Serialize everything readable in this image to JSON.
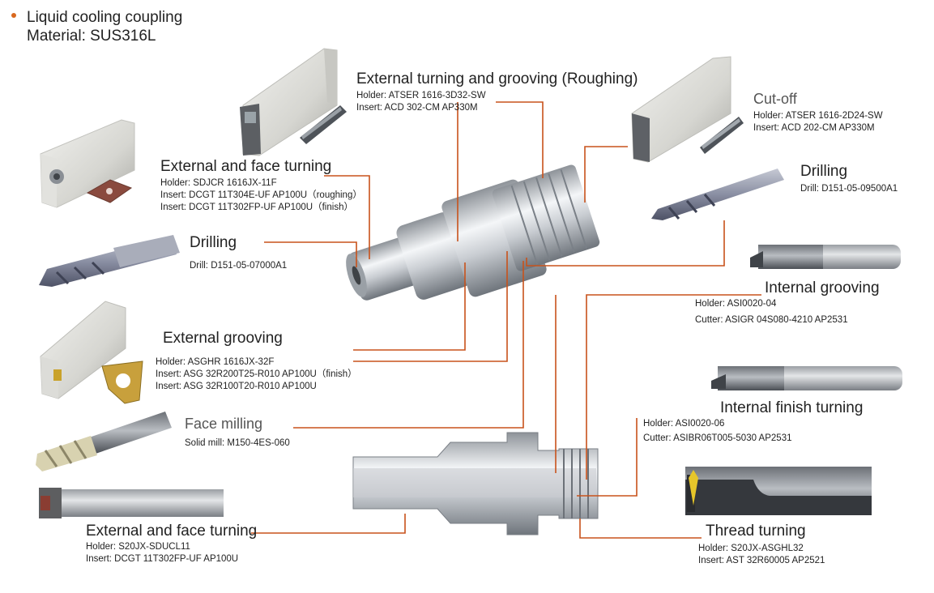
{
  "header": {
    "title": "Liquid cooling coupling",
    "material": "Material:  SUS316L"
  },
  "colors": {
    "leader": "#c8521b",
    "bullet": "#d9681e"
  },
  "ops": {
    "ext_rough": {
      "title": "External turning and grooving (Roughing)",
      "lines": [
        "Holder: ATSER 1616-3D32-SW",
        "Insert: ACD 302-CM AP330M"
      ]
    },
    "cutoff": {
      "title": "Cut-off",
      "lines": [
        "Holder: ATSER 1616-2D24-SW",
        "Insert: ACD 202-CM AP330M"
      ]
    },
    "ext_face1": {
      "title": "External and face turning",
      "lines": [
        "Holder: SDJCR 1616JX-11F",
        "Insert: DCGT 11T304E-UF AP100U（roughing）",
        "Insert: DCGT 11T302FP-UF AP100U（finish）"
      ]
    },
    "drill_left": {
      "title": "Drilling",
      "lines": [
        "Drill: D151-05-07000A1"
      ]
    },
    "drill_right": {
      "title": "Drilling",
      "lines": [
        "Drill: D151-05-09500A1"
      ]
    },
    "int_groove": {
      "title": "Internal grooving",
      "lines": [
        "Holder: ASI0020-04",
        "Cutter: ASIGR 04S080-4210 AP2531"
      ]
    },
    "ext_groove": {
      "title": "External grooving",
      "lines": [
        "Holder: ASGHR 1616JX-32F",
        "Insert: ASG 32R200T25-R010 AP100U（finish）",
        "Insert: ASG 32R100T20-R010 AP100U"
      ]
    },
    "face_mill": {
      "title": "Face milling",
      "lines": [
        "Solid mill: M150-4ES-060"
      ]
    },
    "int_finish": {
      "title": "Internal finish turning",
      "lines": [
        "Holder: ASI0020-06",
        "Cutter: ASIBR06T005-5030 AP2531"
      ]
    },
    "ext_face2": {
      "title": "External and face turning",
      "lines": [
        "Holder: S20JX-SDUCL11",
        "Insert: DCGT 11T302FP-UF AP100U"
      ]
    },
    "thread": {
      "title": "Thread turning",
      "lines": [
        "Holder: S20JX-ASGHL32",
        "Insert: AST 32R60005 AP2521"
      ]
    }
  }
}
